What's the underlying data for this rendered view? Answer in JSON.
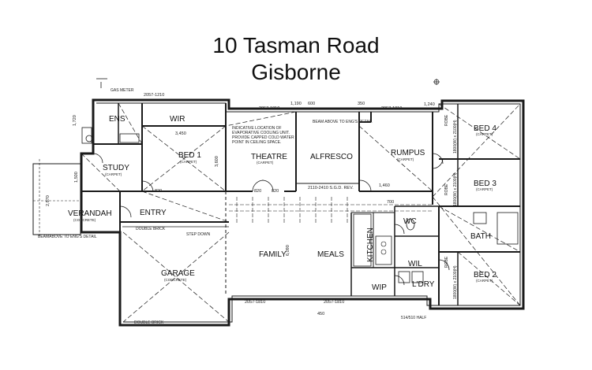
{
  "title": {
    "line1": "10 Tasman Road",
    "line2": "Gisborne"
  },
  "rooms": {
    "ens": "ENS",
    "wir": "WIR",
    "bed1": "BED 1",
    "bed1_floor": "(CARPET)",
    "theatre": "THEATRE",
    "theatre_floor": "(CARPET)",
    "alfresco": "ALFRESCO",
    "rumpus": "RUMPUS",
    "rumpus_floor": "(CARPET)",
    "bed4": "BED 4",
    "bed4_floor": "(CARPET)",
    "bed3": "BED 3",
    "bed3_floor": "(CARPET)",
    "bed2": "BED 2",
    "bed2_floor": "(CARPET)",
    "study": "STUDY",
    "study_floor": "(CARPET)",
    "verandah": "VERANDAH",
    "verandah_floor": "(CONCRETE)",
    "entry": "ENTRY",
    "garage": "GARAGE",
    "garage_floor": "(CONCRETE)",
    "family": "FAMILY",
    "meals": "MEALS",
    "kitchen": "KITCHEN",
    "wc": "WC",
    "bath": "BATH",
    "wil": "WIL",
    "wip": "WIP",
    "ldry": "L'DRY"
  },
  "notes": {
    "cooling": [
      "INDICATIVE LOCATION OF",
      "EVAPORATIVE COOLING UNIT.",
      "PROVIDE CAPPED COLD WATER",
      "POINT IN CEILING SPACE."
    ],
    "step_down": "STEP DOWN",
    "double_brick_top": "DOUBLE BRICK",
    "double_brick_bottom": "DOUBLE BRICK",
    "beam_above_top": "BEAM ABOVE TO ENG'S DETAIL",
    "beam_above_left": "BEAMABOVE TO ENG'S DETAIL",
    "gas_meter": "GAS METER",
    "robe": "ROBE",
    "mirror_doors": "1800(W) x 2100(H)",
    "half": "514/510 HALF"
  },
  "dims": {
    "d_2057_1210": "2057-1210",
    "d_2057_1810_a": "2057-1810",
    "d_1190": "1,190",
    "d_600": "600",
    "d_350": "350",
    "d_2057_1810_b": "2057-1810",
    "d_1240": "1,240",
    "d_3450": "3,450",
    "d_3600": "3,600",
    "d_820_a": "820",
    "d_820_b": "820",
    "d_820_c": "820",
    "d_2110_sgd": "2110-2410 S.G.D. REV.",
    "d_1460": "1,460",
    "d_6090": "6,090",
    "d_2057_1810_c": "2057-1810",
    "d_2057_1810_d": "2057-1810",
    "d_1500": "1,500",
    "d_1720": "1,720",
    "d_2870": "2,870",
    "d_450": "450",
    "d_700": "700"
  }
}
